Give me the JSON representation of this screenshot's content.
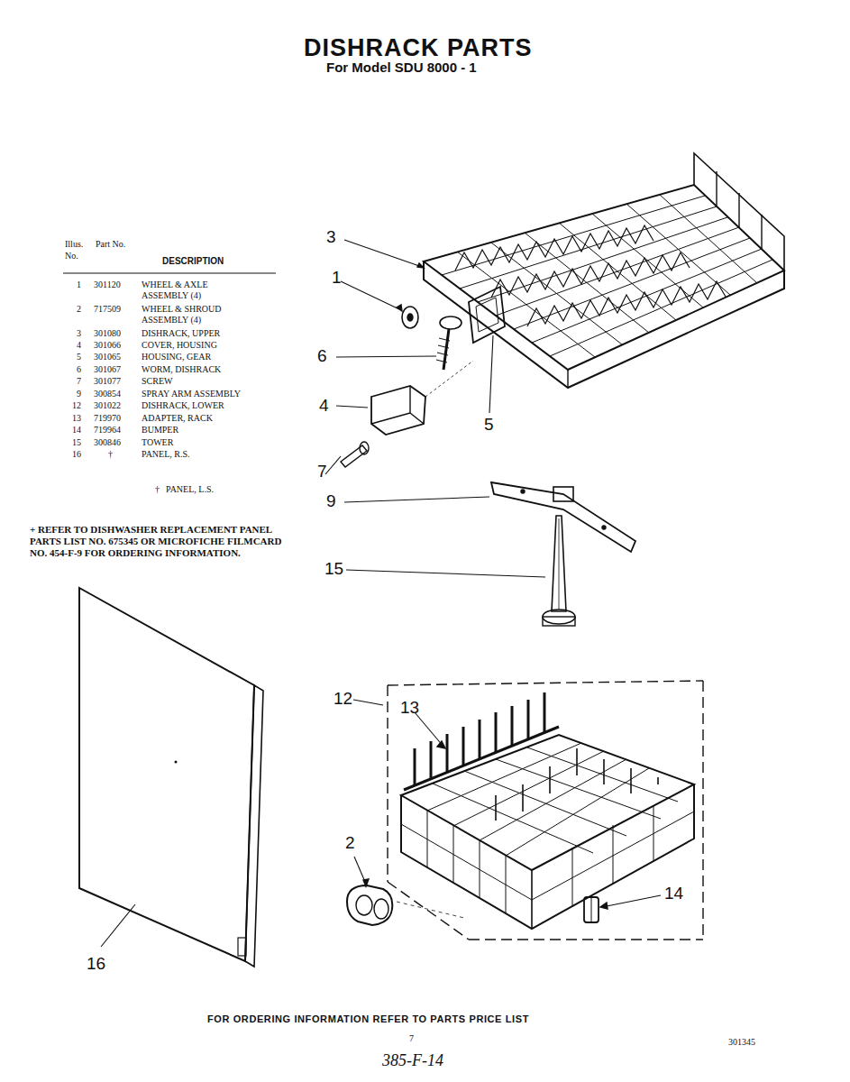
{
  "diagram": {
    "title": "DISHRACK PARTS",
    "labels": [
      "For Model SDU 8000 - 1",
      "Illus. No.",
      "Part No.",
      "DESCRIPTION",
      "1",
      "301120",
      "WHEEL & AXLE ASSEMBLY (4)",
      "2",
      "717509",
      "WHEEL & SHROUD ASSEMBLY (4)",
      "3",
      "301080",
      "DISHRACK, UPPER",
      "4",
      "301066",
      "COVER, HOUSING",
      "5",
      "301065",
      "HOUSING, GEAR",
      "6",
      "301067",
      "WORM, DISHRACK",
      "7",
      "301077",
      "SCREW",
      "9",
      "300854",
      "SPRAY ARM ASSEMBLY",
      "12",
      "301022",
      "DISHRACK, LOWER",
      "13",
      "719970",
      "ADAPTER, RACK",
      "14",
      "719964",
      "BUMPER",
      "15",
      "300846",
      "TOWER",
      "16",
      "†",
      "PANEL, R.S.",
      "†",
      "PANEL, L.S.",
      "+ REFER TO DISHWASHER REPLACEMENT PANEL PARTS LIST NO. 675345 OR MICROFICHE FILMCARD NO. 454-F-9 FOR ORDERING INFORMATION.",
      "3",
      "1",
      "6",
      "4",
      "5",
      "7",
      "9",
      "15",
      "12",
      "13",
      "2",
      "14",
      "16",
      "FOR ORDERING INFORMATION REFER TO PARTS PRICE LIST",
      "7",
      "301345",
      "385-F-14"
    ]
  }
}
